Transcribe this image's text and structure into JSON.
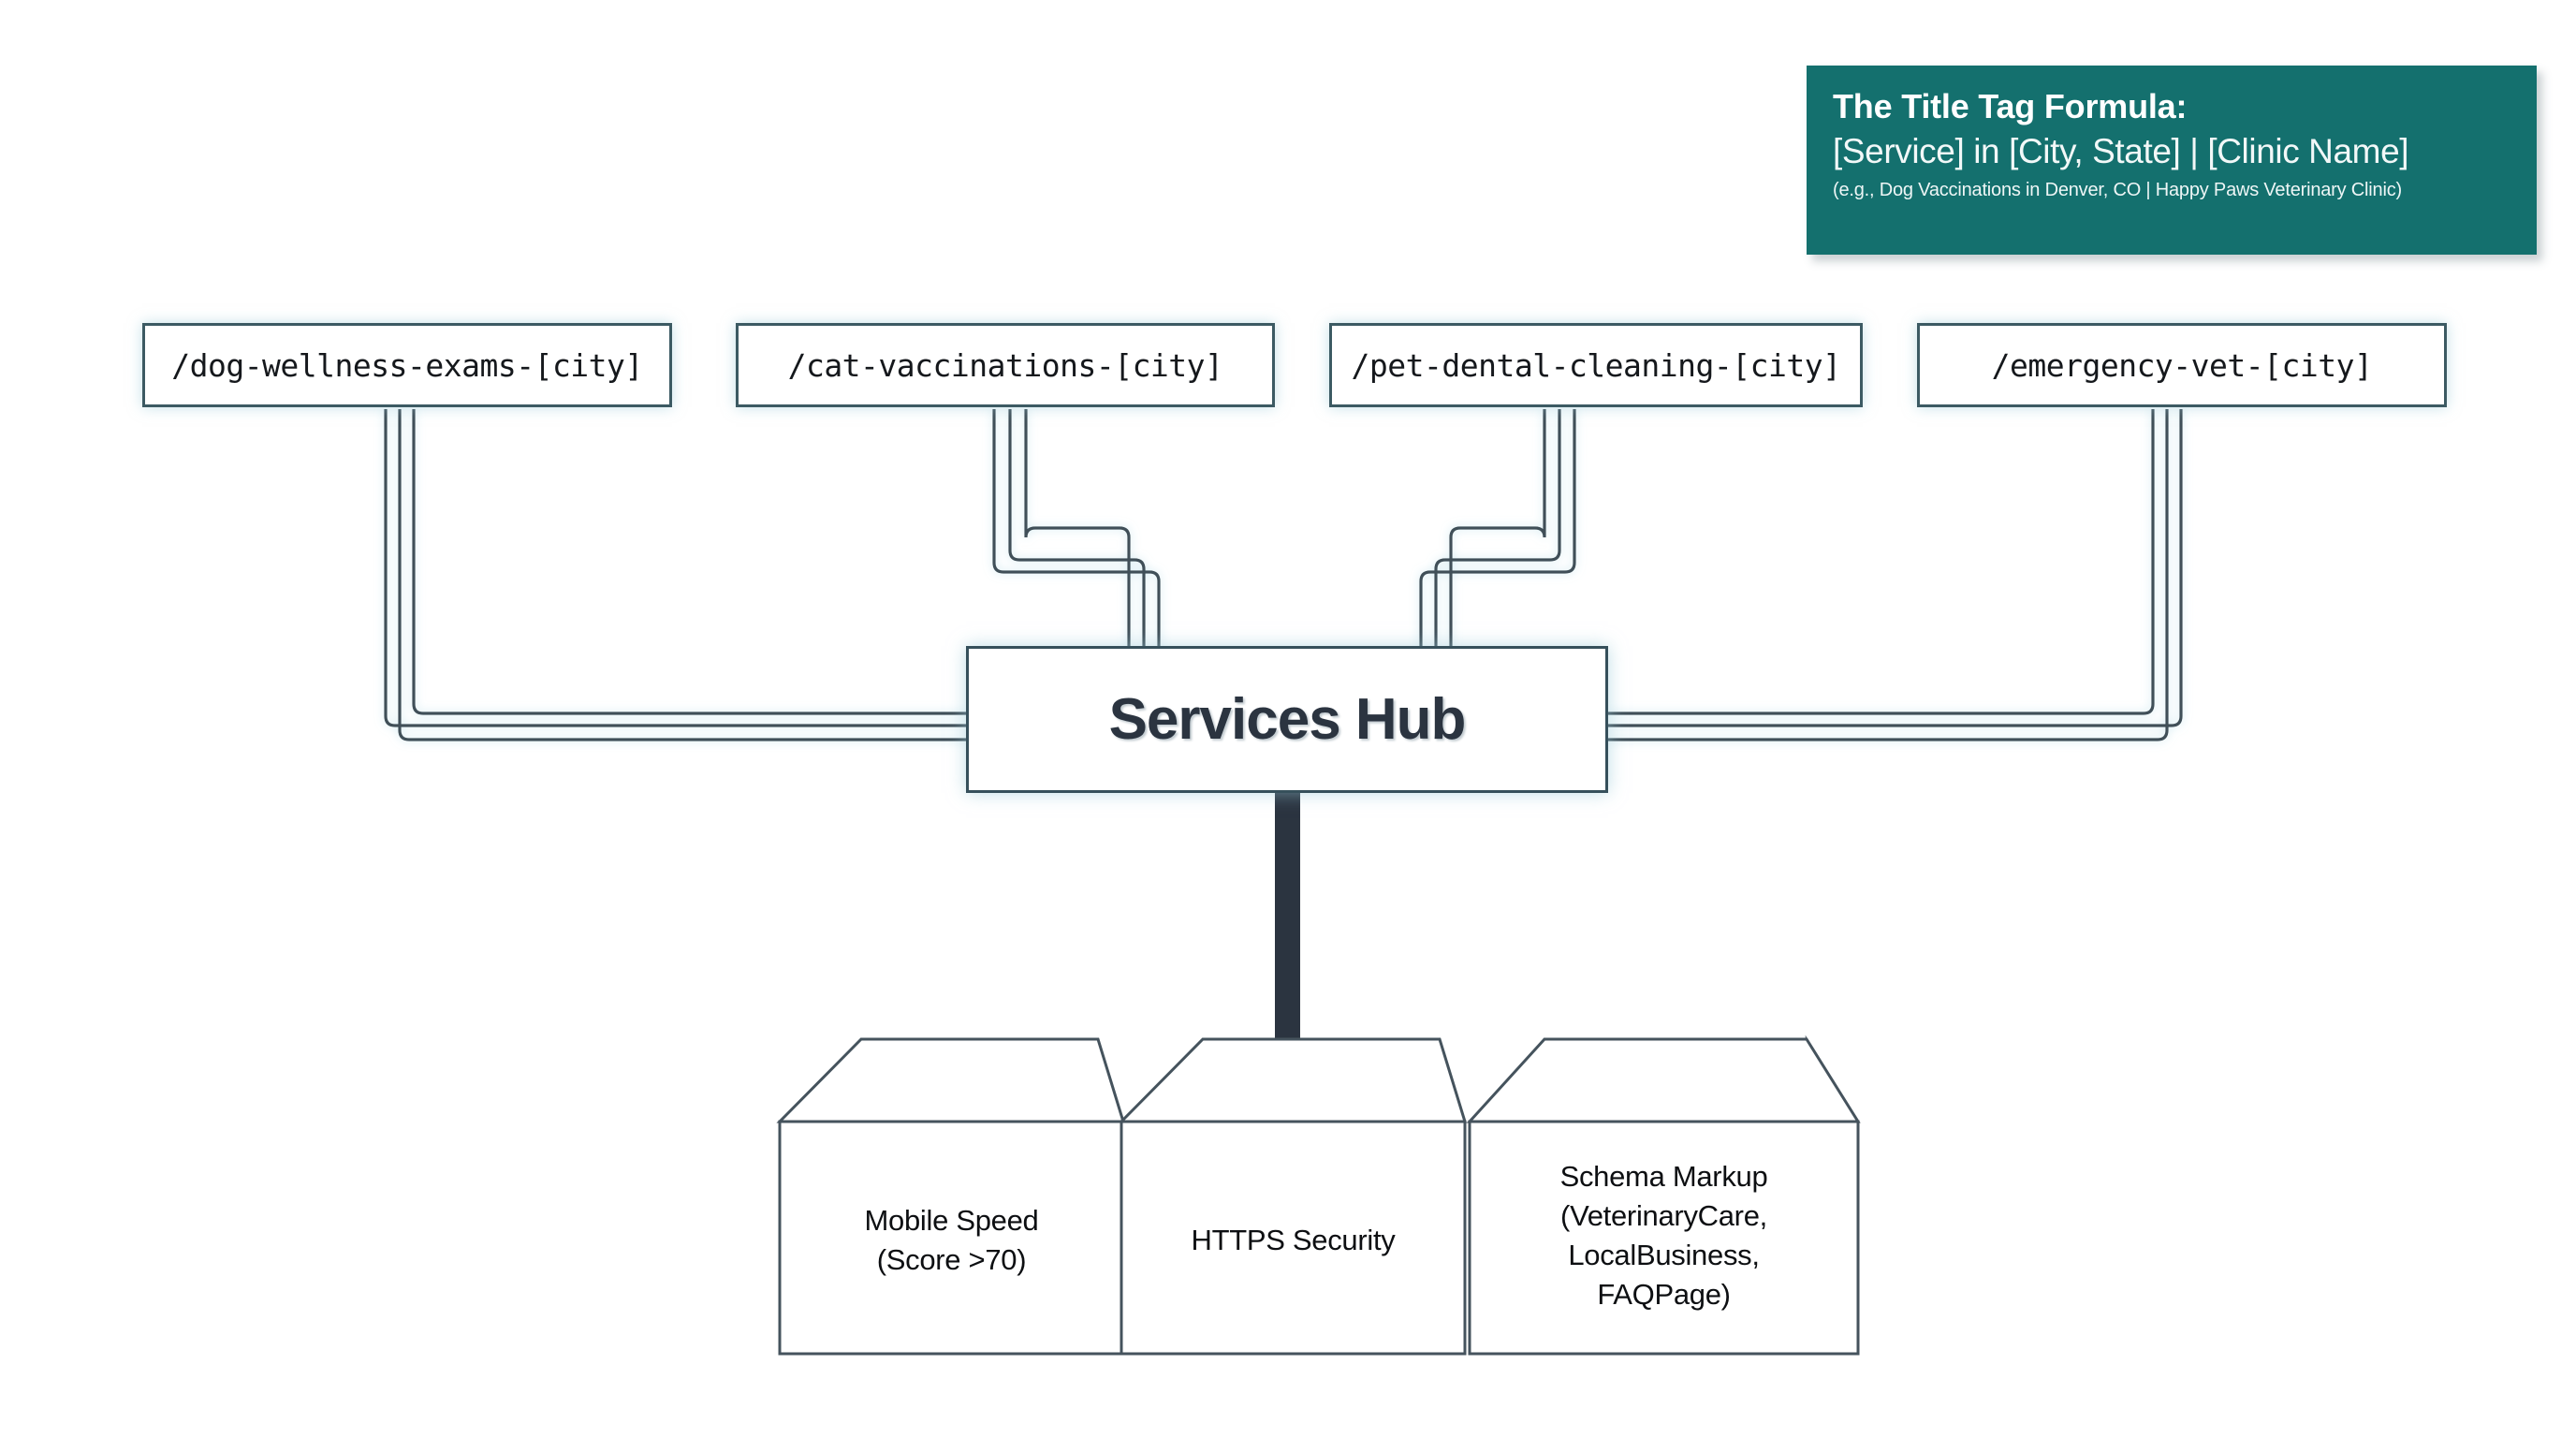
{
  "callout": {
    "title": "The Title Tag Formula:",
    "formula": "[Service] in [City, State] | [Clinic Name]",
    "example": "(e.g., Dog Vaccinations in Denver, CO | Happy Paws Veterinary Clinic)",
    "background_color": "#14706e",
    "text_color": "#ffffff"
  },
  "hub": {
    "label": "Services Hub",
    "text_color": "#2b3440",
    "border_color": "#36505b"
  },
  "service_pages": [
    {
      "url": "/dog-wellness-exams-[city]"
    },
    {
      "url": "/cat-vaccinations-[city]"
    },
    {
      "url": "/pet-dental-cleaning-[city]"
    },
    {
      "url": "/emergency-vet-[city]"
    }
  ],
  "technical_foundations": [
    {
      "lines": [
        "Mobile Speed",
        "(Score >70)"
      ]
    },
    {
      "lines": [
        "HTTPS Security"
      ]
    },
    {
      "lines": [
        "Schema Markup",
        "(VeterinaryCare,",
        "LocalBusiness,",
        "FAQPage)"
      ]
    }
  ],
  "colors": {
    "teal": "#14706e",
    "node_border": "#3c5a63",
    "connector": "#3f4f59",
    "stem": "#2b3440",
    "cube_side": "#9aa3ab",
    "cube_face": "#ffffff",
    "background": "#ffffff"
  }
}
